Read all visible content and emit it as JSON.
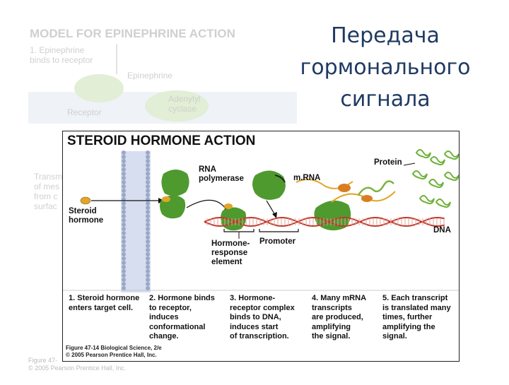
{
  "background_figure": {
    "title": "MODEL FOR EPINEPHRINE ACTION",
    "step1_line1": "1. Epinephrine",
    "step1_line2": "binds to receptor",
    "epinephrine": "Epinephrine",
    "adenylyl_line1": "Adenylyl",
    "adenylyl_line2": "cyclase",
    "receptor": "Receptor",
    "side_line1": "Transm",
    "side_line2": "of mes",
    "side_line3": "from c",
    "side_line4": "surfac",
    "credit_line1": "Figure 47-",
    "credit_line2": "© 2005 Pearson Prentice Hall, Inc."
  },
  "slide_title": {
    "line1": "Передача",
    "line2": "гормонального",
    "line3": "сигнала"
  },
  "figure": {
    "title": "STEROID HORMONE ACTION",
    "labels": {
      "rna_pol_1": "RNA",
      "rna_pol_2": "polymerase",
      "mrna": "m.RNA",
      "protein": "Protein",
      "steroid_1": "Steroid",
      "steroid_2": "hormone",
      "dna": "DNA",
      "hre_1": "Hormone-",
      "hre_2": "response",
      "hre_3": "element",
      "promoter": "Promoter"
    },
    "steps": [
      "1. Steroid hormone\nenters target cell.",
      "2. Hormone binds\nto receptor,\ninduces\nconformational\nchange.",
      "3. Hormone-\nreceptor complex\nbinds to DNA,\ninduces start\nof transcription.",
      "4. Many mRNA\ntranscripts\nare produced,\namplifying\nthe signal.",
      "5. Each transcript\nis translated many\ntimes, further\namplifying the\nsignal."
    ],
    "credit_line1": "Figure 47-14 Biological Science, 2/e",
    "credit_line2": "© 2005 Pearson Prentice Hall, Inc."
  },
  "colors": {
    "title": "#1f3a63",
    "receptor": "#4e9a2e",
    "hormone": "#e2a529",
    "dna": "#c0392b",
    "membrane": "#9aa9c7"
  }
}
